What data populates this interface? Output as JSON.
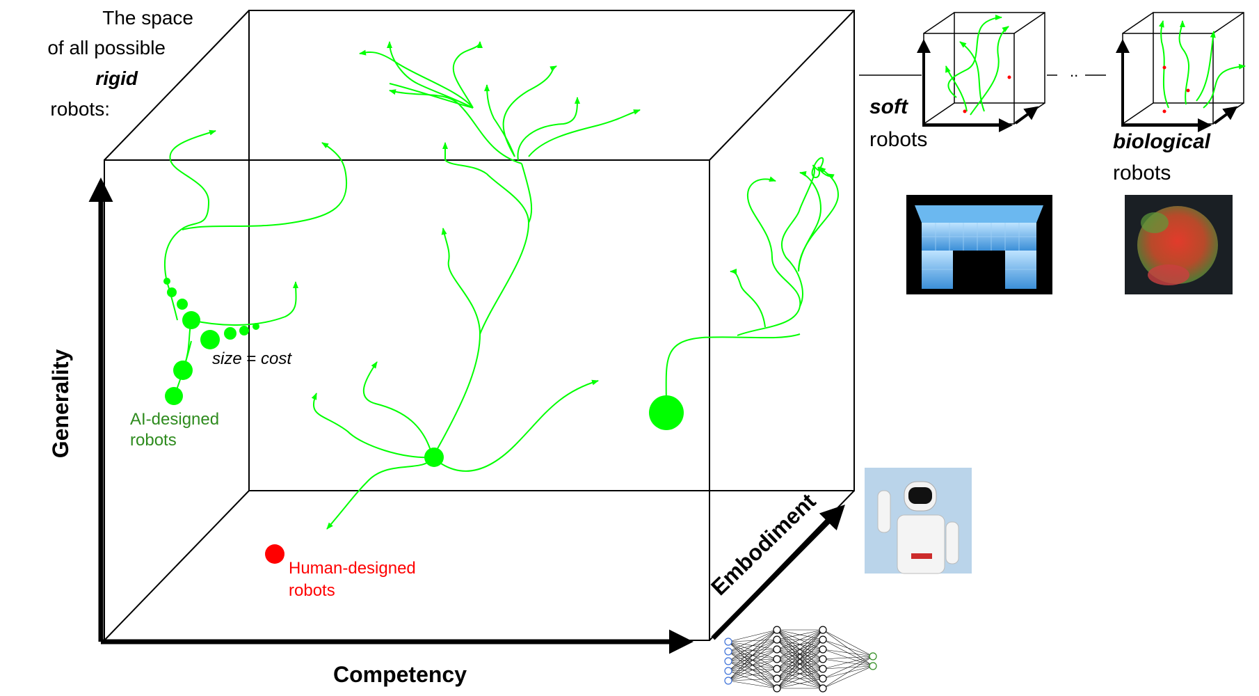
{
  "title": {
    "line1": "The space",
    "line2": "of all possible",
    "line3": "rigid",
    "line4": "robots:"
  },
  "axes": {
    "generality": "Generality",
    "competency": "Competency",
    "embodiment": "Embodiment"
  },
  "labels": {
    "size_cost_italic1": "size",
    "size_cost_mid": " = ",
    "size_cost_italic2": "cost",
    "ai_line1": "AI-designed",
    "ai_line2": "robots",
    "human_line1": "Human-designed",
    "human_line2": "robots",
    "soft_bold": "soft",
    "soft_rest": "robots",
    "bio_bold": "biological",
    "bio_rest": "robots",
    "ellipsis": ".."
  },
  "colors": {
    "ai_robots": "#00ff00",
    "ai_text": "#2e8b1e",
    "human_robots": "#ff0000",
    "axis": "#000000"
  },
  "icons": {
    "soft_robot": "soft-robot-photo",
    "biological_robot": "biological-robot-photo",
    "humanoid_robot": "humanoid-robot-photo",
    "neural_network": "neural-network-diagram"
  }
}
